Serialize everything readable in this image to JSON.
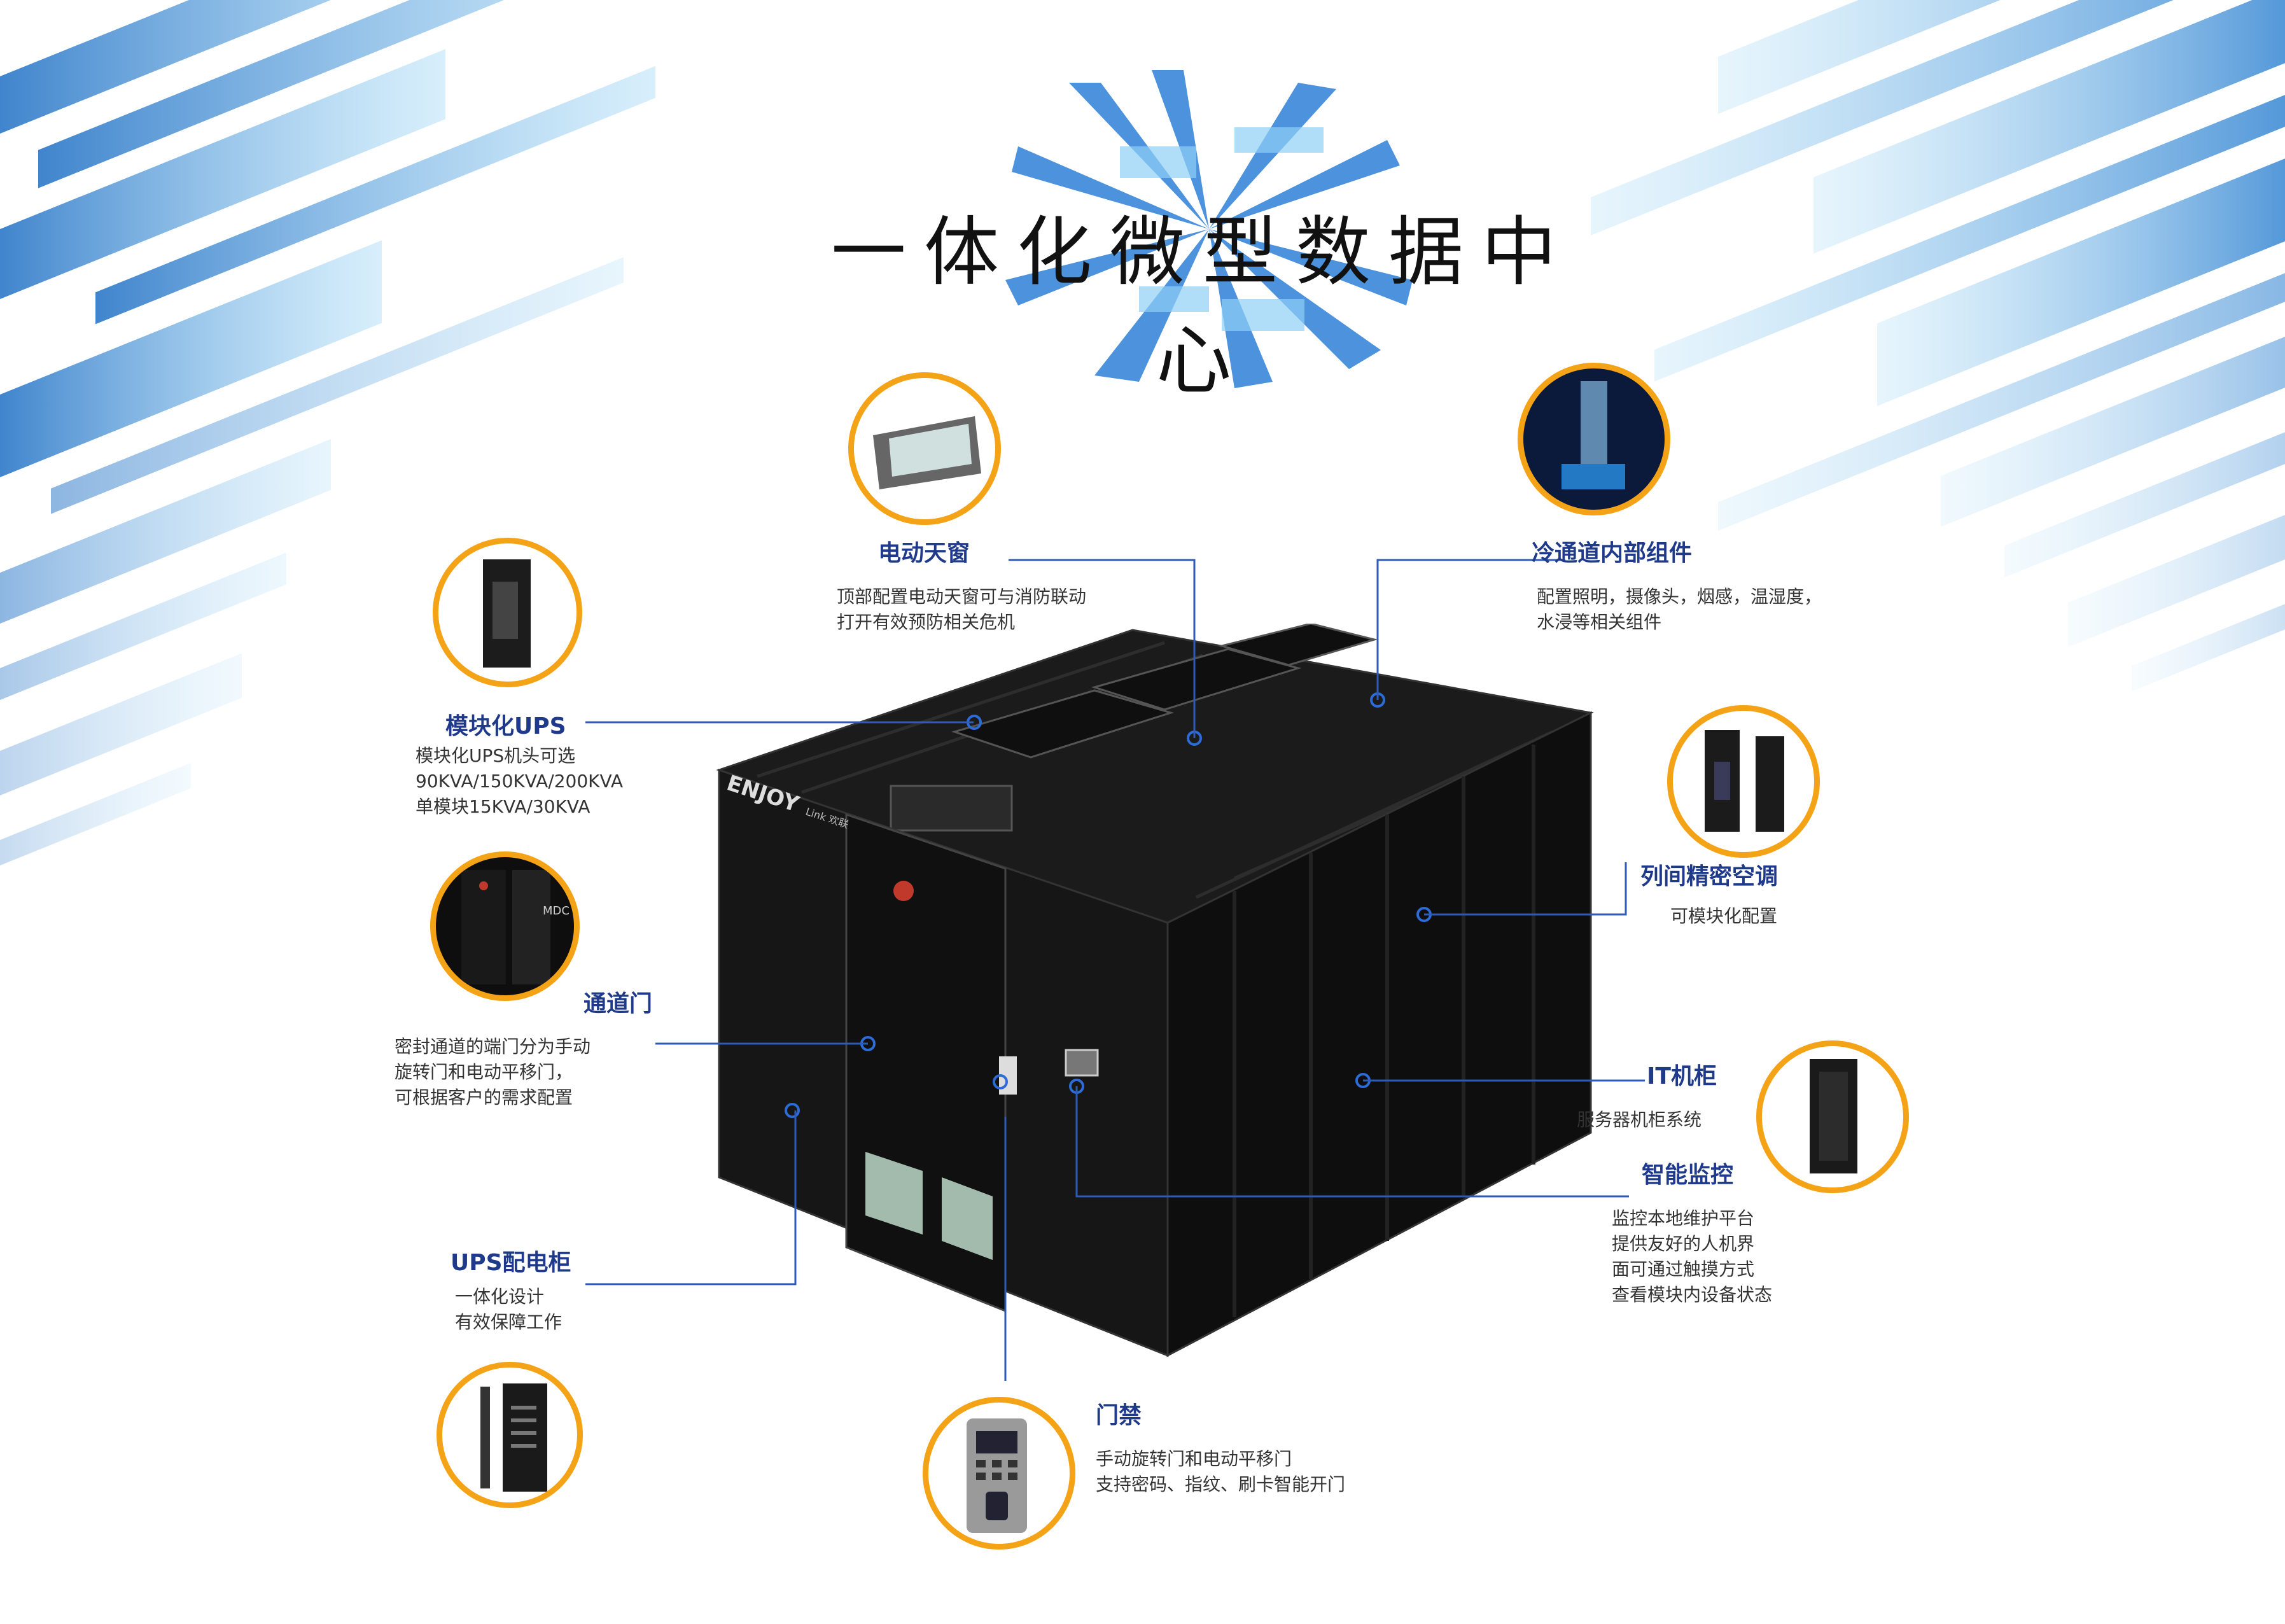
{
  "title": "一体化微型数据中心",
  "brand": {
    "logo": "ENJOY",
    "sub": "Link 欢联",
    "cabinet_label": "MDC"
  },
  "colors": {
    "accent_blue": "#1f3a8a",
    "ring_orange": "#f4a316",
    "stripe_blue": "#3b8fd9",
    "cabinet": "#141414"
  },
  "features": {
    "skylight": {
      "title": "电动天窗",
      "desc": [
        "顶部配置电动天窗可与消防联动",
        "打开有效预防相关危机"
      ]
    },
    "cold_aisle": {
      "title": "冷通道内部组件",
      "desc": [
        "配置照明，摄像头，烟感，温湿度，",
        "水浸等相关组件"
      ]
    },
    "ups_module": {
      "title": "模块化UPS",
      "desc": [
        "模块化UPS机头可选",
        "90KVA/150KVA/200KVA",
        "单模块15KVA/30KVA"
      ]
    },
    "ac": {
      "title": "列间精密空调",
      "desc": [
        "可模块化配置"
      ]
    },
    "door": {
      "title": "通道门",
      "desc": [
        "密封通道的端门分为手动",
        "旋转门和电动平移门，",
        "可根据客户的需求配置"
      ]
    },
    "it_cabinet": {
      "title": "IT机柜",
      "desc": [
        "服务器机柜系统"
      ]
    },
    "monitor": {
      "title": "智能监控",
      "desc": [
        "监控本地维护平台",
        "提供友好的人机界",
        "面可通过触摸方式",
        "查看模块内设备状态"
      ]
    },
    "ups_dist": {
      "title": "UPS配电柜",
      "desc": [
        "一体化设计",
        "有效保障工作"
      ]
    },
    "access": {
      "title": "门禁",
      "desc": [
        "手动旋转门和电动平移门",
        "支持密码、指纹、刷卡智能开门"
      ]
    }
  }
}
